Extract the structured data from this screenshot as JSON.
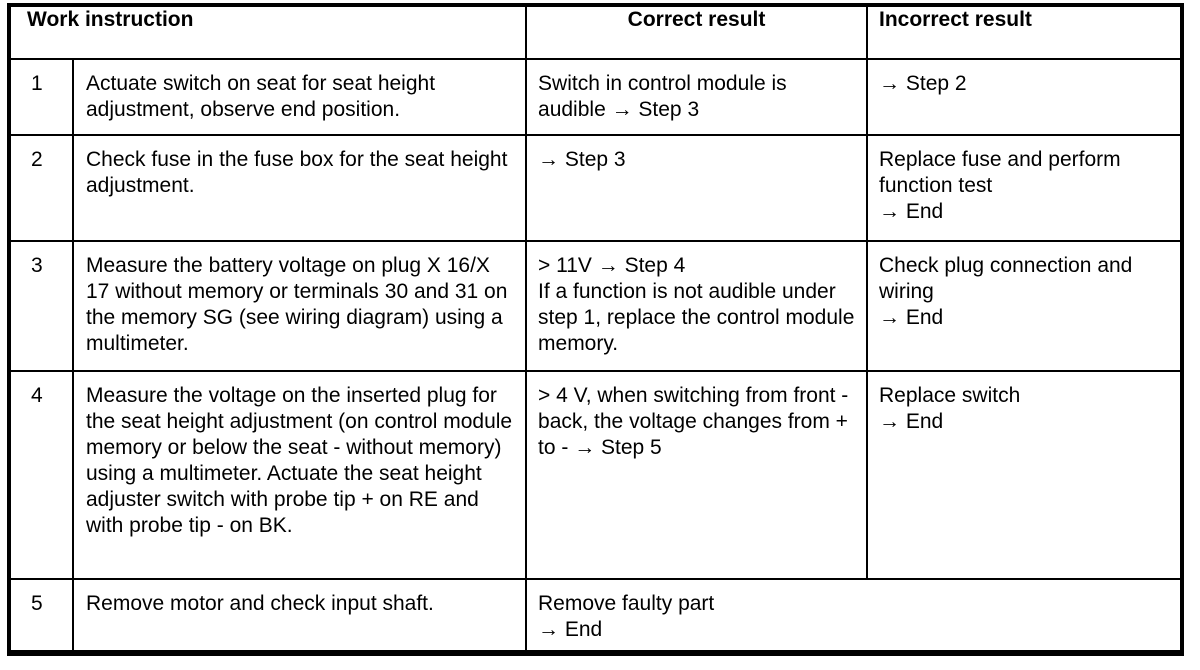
{
  "table": {
    "headers": {
      "work_instruction": "Work instruction",
      "correct": "Correct result",
      "incorrect": "Incorrect result"
    },
    "rows": [
      {
        "step": "1",
        "instruction": "Actuate switch on seat for seat height adjustment, observe end position.",
        "correct": "Switch in control module is audible → Step 3",
        "incorrect": "→ Step 2"
      },
      {
        "step": "2",
        "instruction": "Check fuse in the fuse box for the seat height adjustment.",
        "correct": "→ Step 3",
        "incorrect": "Replace fuse and perform function test\n→ End"
      },
      {
        "step": "3",
        "instruction": "Measure the battery voltage on plug X 16/X 17 without memory or terminals 30 and 31 on the memory SG (see wiring diagram) using a multimeter.",
        "correct": "> 11V → Step 4\nIf a function is not audible under step 1, replace the control module memory.",
        "incorrect": "Check plug connection and wiring\n→ End"
      },
      {
        "step": "4",
        "instruction": "Measure the voltage on the inserted plug for the seat height adjustment (on control module memory or below the seat - without memory) using a multimeter. Actuate the seat height adjuster switch with probe tip + on RE and with probe tip - on BK.",
        "correct": "> 4 V, when switching from front - back, the voltage changes from + to - → Step 5",
        "incorrect": "Replace switch\n→ End"
      },
      {
        "step": "5",
        "instruction": "Remove motor and check input shaft.",
        "correct": "Remove faulty part\n→ End"
      }
    ]
  }
}
